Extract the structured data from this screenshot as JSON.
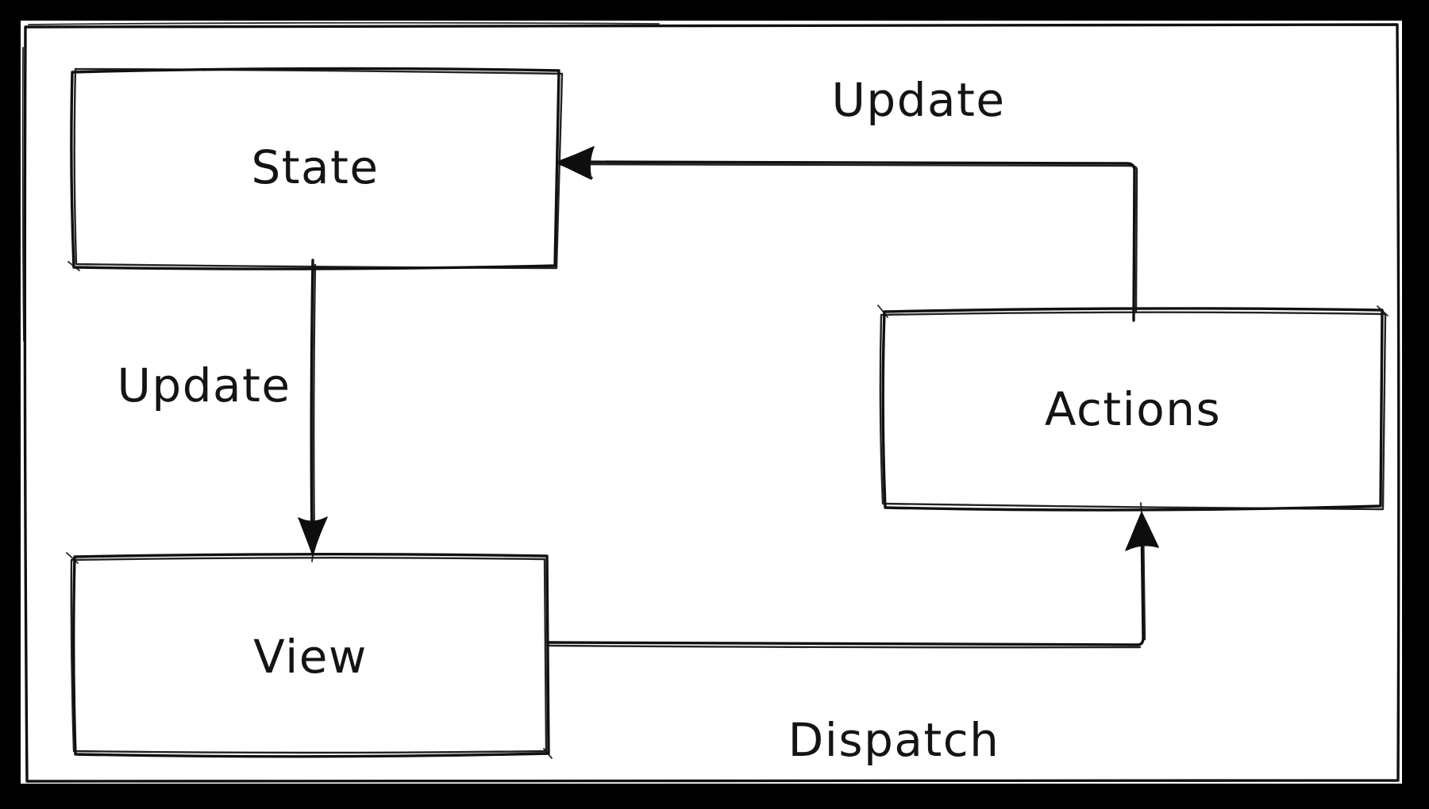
{
  "diagram": {
    "type": "flow-diagram",
    "style": "hand-drawn-sketch",
    "colors": {
      "background": "#000000",
      "canvas": "#ffffff",
      "ink": "#101010"
    },
    "nodes": [
      {
        "id": "state",
        "label": "State"
      },
      {
        "id": "view",
        "label": "View"
      },
      {
        "id": "actions",
        "label": "Actions"
      }
    ],
    "edges": [
      {
        "id": "state-to-view",
        "from": "State",
        "to": "View",
        "label": "Update"
      },
      {
        "id": "actions-to-state",
        "from": "Actions",
        "to": "State",
        "label": "Update"
      },
      {
        "id": "view-to-actions",
        "from": "View",
        "to": "Actions",
        "label": "Dispatch"
      }
    ]
  }
}
